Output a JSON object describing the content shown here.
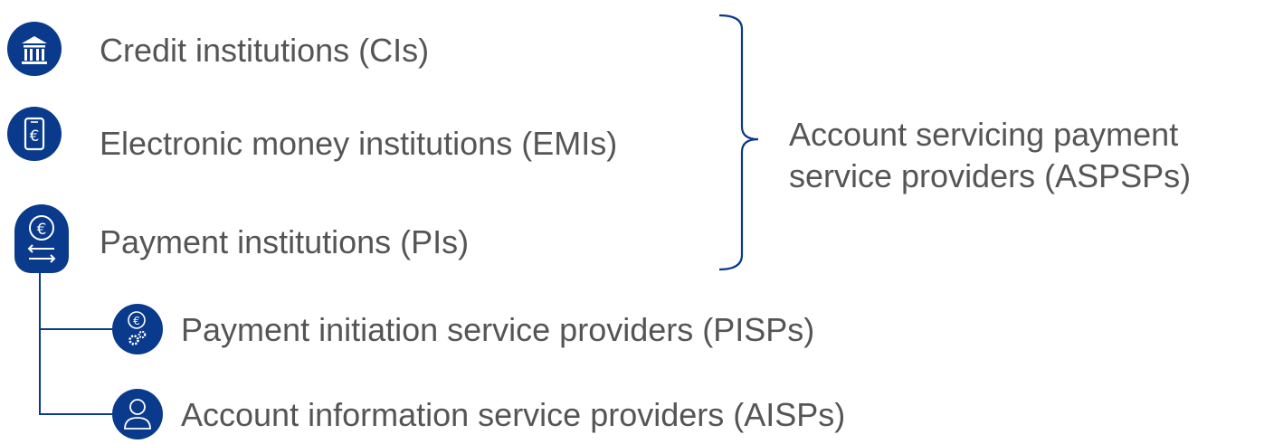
{
  "colors": {
    "brand_blue": "#0a3a8c",
    "text_gray": "#555555",
    "icon_fill": "#ffffff"
  },
  "items": [
    {
      "label": "Credit institutions (CIs)",
      "icon": "bank-icon"
    },
    {
      "label": "Electronic money institutions (EMIs)",
      "icon": "mobile-euro-icon"
    },
    {
      "label": "Payment institutions (PIs)",
      "icon": "euro-transfer-icon"
    }
  ],
  "group": {
    "line1": "Account servicing payment",
    "line2": "service providers (ASPSPs)"
  },
  "sub_items": [
    {
      "label": "Payment initiation service providers (PISPs)",
      "icon": "euro-gears-icon"
    },
    {
      "label": "Account information service providers (AISPs)",
      "icon": "person-icon"
    }
  ]
}
